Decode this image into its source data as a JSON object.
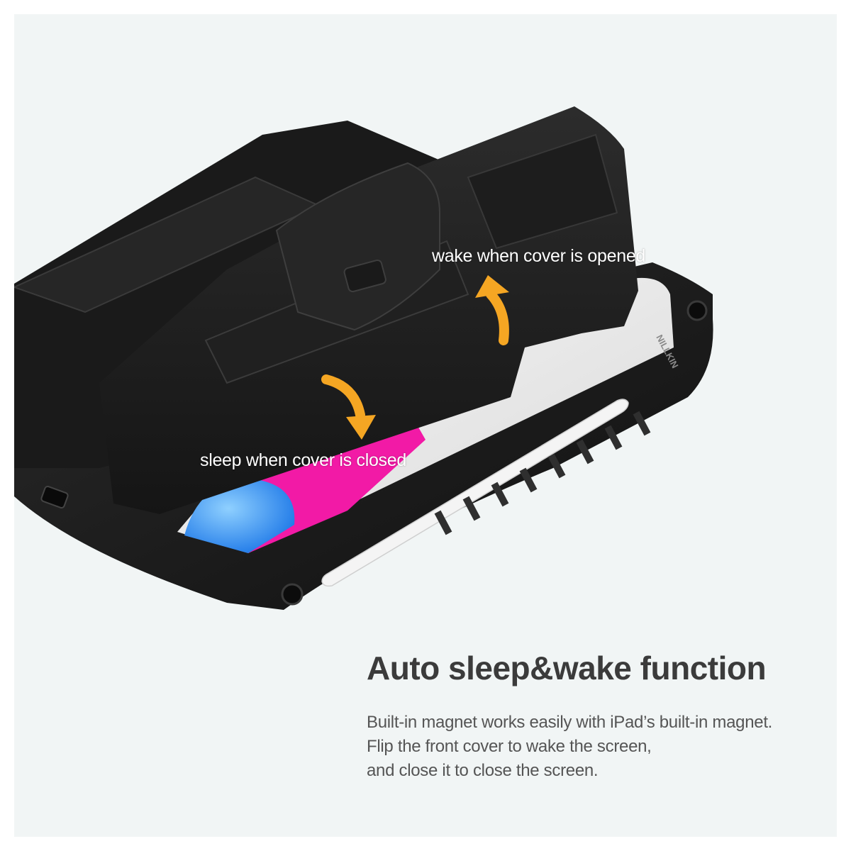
{
  "callouts": {
    "wake": "wake when cover is opened",
    "sleep": "sleep when cover is closed"
  },
  "brand_mark": "NILLKIN",
  "headline": "Auto sleep&wake function",
  "description": {
    "line1": "Built-in magnet works easily with iPad’s built-in magnet.",
    "line2": "Flip the front cover to wake the screen,",
    "line3": "and close it to close the screen."
  },
  "colors": {
    "background": "#f1f5f5",
    "case": "#1c1c1c",
    "arrow": "#f5a623",
    "headline": "#3b3b3b",
    "body": "#555555"
  },
  "icons": [
    "arrow-up-icon",
    "arrow-down-icon"
  ]
}
